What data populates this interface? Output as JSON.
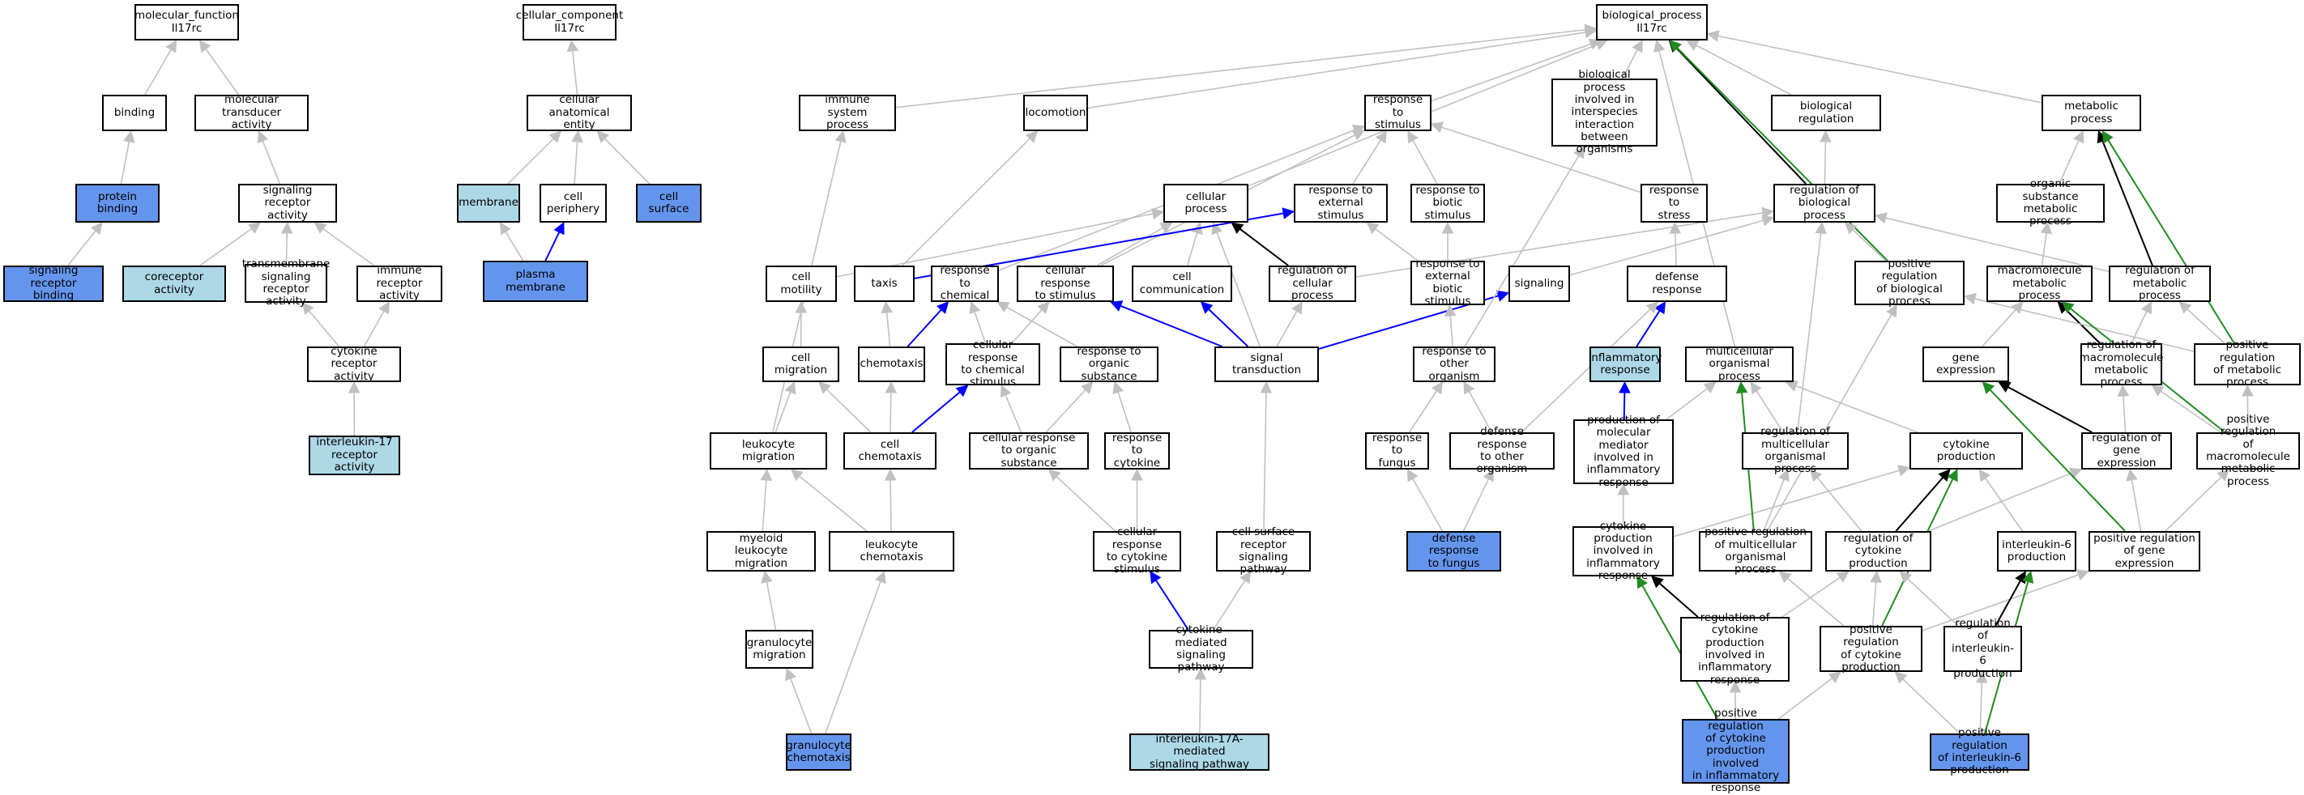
{
  "colors": {
    "white": "#ffffff",
    "light": "#add8e6",
    "dark": "#6495ed",
    "edge_gray": "#c0c0c0",
    "edge_black": "#000000",
    "edge_blue": "#0000ff",
    "edge_green": "#228b22"
  },
  "nodes": [
    {
      "id": "mf",
      "text": "molecular_function\nIl17rc",
      "fill": "white"
    },
    {
      "id": "binding",
      "text": "binding",
      "fill": "white"
    },
    {
      "id": "moltrans",
      "text": "molecular transducer\nactivity",
      "fill": "white"
    },
    {
      "id": "protbind",
      "text": "protein binding",
      "fill": "dark"
    },
    {
      "id": "sigrecact",
      "text": "signaling receptor\nactivity",
      "fill": "white"
    },
    {
      "id": "sigrecbind",
      "text": "signaling receptor\nbinding",
      "fill": "dark"
    },
    {
      "id": "corec",
      "text": "coreceptor activity",
      "fill": "light"
    },
    {
      "id": "tmsig",
      "text": "transmembrane\nsignaling receptor\nactivity",
      "fill": "white"
    },
    {
      "id": "immrec",
      "text": "immune receptor\nactivity",
      "fill": "white"
    },
    {
      "id": "cytrec",
      "text": "cytokine receptor\nactivity",
      "fill": "white"
    },
    {
      "id": "il17rec",
      "text": "interleukin-17\nreceptor activity",
      "fill": "light"
    },
    {
      "id": "cc",
      "text": "cellular_component\nIl17rc",
      "fill": "white"
    },
    {
      "id": "cae",
      "text": "cellular anatomical\nentity",
      "fill": "white"
    },
    {
      "id": "membrane",
      "text": "membrane",
      "fill": "light"
    },
    {
      "id": "cellper",
      "text": "cell periphery",
      "fill": "white"
    },
    {
      "id": "cellsurf",
      "text": "cell surface",
      "fill": "dark"
    },
    {
      "id": "plasmem",
      "text": "plasma membrane",
      "fill": "dark"
    },
    {
      "id": "bp",
      "text": "biological_process\nIl17rc",
      "fill": "white"
    },
    {
      "id": "immsys",
      "text": "immune system\nprocess",
      "fill": "white"
    },
    {
      "id": "locom",
      "text": "locomotion",
      "fill": "white"
    },
    {
      "id": "respstim",
      "text": "response to\nstimulus",
      "fill": "white"
    },
    {
      "id": "bpinter",
      "text": "biological process\ninvolved in\ninterspecies\ninteraction\nbetween organisms",
      "fill": "white"
    },
    {
      "id": "bioreg",
      "text": "biological regulation",
      "fill": "white"
    },
    {
      "id": "metab",
      "text": "metabolic process",
      "fill": "white"
    },
    {
      "id": "cellproc",
      "text": "cellular process",
      "fill": "white"
    },
    {
      "id": "respext",
      "text": "response to\nexternal stimulus",
      "fill": "white"
    },
    {
      "id": "respbiot",
      "text": "response to\nbiotic stimulus",
      "fill": "white"
    },
    {
      "id": "respstress",
      "text": "response to\nstress",
      "fill": "white"
    },
    {
      "id": "regbp",
      "text": "regulation of\nbiological process",
      "fill": "white"
    },
    {
      "id": "orgsub",
      "text": "organic substance\nmetabolic process",
      "fill": "white"
    },
    {
      "id": "cellmot",
      "text": "cell motility",
      "fill": "white"
    },
    {
      "id": "taxis",
      "text": "taxis",
      "fill": "white"
    },
    {
      "id": "respchem",
      "text": "response to\nchemical",
      "fill": "white"
    },
    {
      "id": "cellrespstim",
      "text": "cellular response\nto stimulus",
      "fill": "white"
    },
    {
      "id": "cellcomm",
      "text": "cell communication",
      "fill": "white"
    },
    {
      "id": "regcellproc",
      "text": "regulation of\ncellular process",
      "fill": "white"
    },
    {
      "id": "respextbiot",
      "text": "response to\nexternal biotic\nstimulus",
      "fill": "white"
    },
    {
      "id": "signaling",
      "text": "signaling",
      "fill": "white"
    },
    {
      "id": "defresp",
      "text": "defense response",
      "fill": "white"
    },
    {
      "id": "posregbp",
      "text": "positive regulation\nof biological\nprocess",
      "fill": "white"
    },
    {
      "id": "macromet",
      "text": "macromolecule\nmetabolic process",
      "fill": "white"
    },
    {
      "id": "regmet",
      "text": "regulation of\nmetabolic process",
      "fill": "white"
    },
    {
      "id": "cellmig",
      "text": "cell migration",
      "fill": "white"
    },
    {
      "id": "chemotaxis",
      "text": "chemotaxis",
      "fill": "white"
    },
    {
      "id": "cellrespchem",
      "text": "cellular response\nto chemical\nstimulus",
      "fill": "white"
    },
    {
      "id": "resporg",
      "text": "response to\norganic substance",
      "fill": "white"
    },
    {
      "id": "sigtrans",
      "text": "signal transduction",
      "fill": "white"
    },
    {
      "id": "respother",
      "text": "response to\nother organism",
      "fill": "white"
    },
    {
      "id": "inflam",
      "text": "inflammatory\nresponse",
      "fill": "light"
    },
    {
      "id": "multorg",
      "text": "multicellular\norganismal process",
      "fill": "white"
    },
    {
      "id": "geneexp",
      "text": "gene expression",
      "fill": "white"
    },
    {
      "id": "regmacro",
      "text": "regulation of\nmacromolecule\nmetabolic process",
      "fill": "white"
    },
    {
      "id": "posregmet",
      "text": "positive regulation\nof metabolic\nprocess",
      "fill": "white"
    },
    {
      "id": "leukmig",
      "text": "leukocyte migration",
      "fill": "white"
    },
    {
      "id": "cellchemo",
      "text": "cell chemotaxis",
      "fill": "white"
    },
    {
      "id": "cellresporg",
      "text": "cellular response\nto organic substance",
      "fill": "white"
    },
    {
      "id": "respcyt",
      "text": "response to\ncytokine",
      "fill": "white"
    },
    {
      "id": "respfungus",
      "text": "response to\nfungus",
      "fill": "white"
    },
    {
      "id": "defother",
      "text": "defense response\nto other organism",
      "fill": "white"
    },
    {
      "id": "prodmed",
      "text": "production of\nmolecular mediator\ninvolved in\ninflammatory\nresponse",
      "fill": "white"
    },
    {
      "id": "regmultorg",
      "text": "regulation of\nmulticellular\norganismal process",
      "fill": "white"
    },
    {
      "id": "cytprod",
      "text": "cytokine production",
      "fill": "white"
    },
    {
      "id": "reggeneexp",
      "text": "regulation of\ngene expression",
      "fill": "white"
    },
    {
      "id": "posregmacro",
      "text": "positive regulation\nof macromolecule\nmetabolic process",
      "fill": "white"
    },
    {
      "id": "myeloid",
      "text": "myeloid leukocyte\nmigration",
      "fill": "white"
    },
    {
      "id": "leukchemo",
      "text": "leukocyte chemotaxis",
      "fill": "white"
    },
    {
      "id": "cellrespcyt",
      "text": "cellular response\nto cytokine\nstimulus",
      "fill": "white"
    },
    {
      "id": "cellsurfrec",
      "text": "cell surface\nreceptor signaling\npathway",
      "fill": "white"
    },
    {
      "id": "deffungus",
      "text": "defense response\nto fungus",
      "fill": "dark"
    },
    {
      "id": "cytprodinfl",
      "text": "cytokine production\ninvolved in\ninflammatory\nresponse",
      "fill": "white"
    },
    {
      "id": "posregmultorg",
      "text": "positive regulation\nof multicellular\norganismal process",
      "fill": "white"
    },
    {
      "id": "regcytprod",
      "text": "regulation of\ncytokine production",
      "fill": "white"
    },
    {
      "id": "il6prod",
      "text": "interleukin-6\nproduction",
      "fill": "white"
    },
    {
      "id": "posreggeneexp",
      "text": "positive regulation\nof gene expression",
      "fill": "white"
    },
    {
      "id": "granmig",
      "text": "granulocyte\nmigration",
      "fill": "white"
    },
    {
      "id": "cytsig",
      "text": "cytokine-mediated\nsignaling pathway",
      "fill": "white"
    },
    {
      "id": "regcytinfl",
      "text": "regulation of\ncytokine production\ninvolved in\ninflammatory\nresponse",
      "fill": "white"
    },
    {
      "id": "posregcytprod",
      "text": "positive regulation\nof cytokine\nproduction",
      "fill": "white"
    },
    {
      "id": "regil6",
      "text": "regulation of\ninterleukin-6\nproduction",
      "fill": "white"
    },
    {
      "id": "granchemo",
      "text": "granulocyte\nchemotaxis",
      "fill": "dark"
    },
    {
      "id": "il17a",
      "text": "interleukin-17A-mediated\nsignaling pathway",
      "fill": "light"
    },
    {
      "id": "posregcytinfl",
      "text": "positive regulation\nof cytokine\nproduction involved\nin inflammatory\nresponse",
      "fill": "dark"
    },
    {
      "id": "posregil6",
      "text": "positive regulation\nof interleukin-6\nproduction",
      "fill": "dark"
    }
  ],
  "edges": [
    [
      "binding",
      "mf",
      "gray"
    ],
    [
      "moltrans",
      "mf",
      "gray"
    ],
    [
      "protbind",
      "binding",
      "gray"
    ],
    [
      "sigrecact",
      "moltrans",
      "gray"
    ],
    [
      "sigrecbind",
      "protbind",
      "gray"
    ],
    [
      "corec",
      "sigrecact",
      "gray"
    ],
    [
      "tmsig",
      "sigrecact",
      "gray"
    ],
    [
      "immrec",
      "sigrecact",
      "gray"
    ],
    [
      "cytrec",
      "tmsig",
      "gray"
    ],
    [
      "cytrec",
      "immrec",
      "gray"
    ],
    [
      "il17rec",
      "cytrec",
      "gray"
    ],
    [
      "cae",
      "cc",
      "gray"
    ],
    [
      "membrane",
      "cae",
      "gray"
    ],
    [
      "cellper",
      "cae",
      "gray"
    ],
    [
      "cellsurf",
      "cae",
      "gray"
    ],
    [
      "plasmem",
      "membrane",
      "gray"
    ],
    [
      "plasmem",
      "cellper",
      "blue"
    ],
    [
      "immsys",
      "bp",
      "gray"
    ],
    [
      "locom",
      "bp",
      "gray"
    ],
    [
      "respstim",
      "bp",
      "gray"
    ],
    [
      "bpinter",
      "bp",
      "gray"
    ],
    [
      "bioreg",
      "bp",
      "gray"
    ],
    [
      "metab",
      "bp",
      "gray"
    ],
    [
      "cellproc",
      "bp",
      "gray"
    ],
    [
      "multorg",
      "bp",
      "gray"
    ],
    [
      "regbp",
      "bp",
      "black"
    ],
    [
      "posregbp",
      "bp",
      "green"
    ],
    [
      "respext",
      "respstim",
      "gray"
    ],
    [
      "respbiot",
      "respstim",
      "gray"
    ],
    [
      "respstress",
      "respstim",
      "gray"
    ],
    [
      "respchem",
      "respstim",
      "gray"
    ],
    [
      "cellrespstim",
      "respstim",
      "gray"
    ],
    [
      "regbp",
      "bioreg",
      "gray"
    ],
    [
      "orgsub",
      "metab",
      "gray"
    ],
    [
      "regmet",
      "metab",
      "black"
    ],
    [
      "posregmet",
      "metab",
      "green"
    ],
    [
      "macromet",
      "orgsub",
      "gray"
    ],
    [
      "cellmot",
      "cellproc",
      "gray"
    ],
    [
      "cellrespstim",
      "cellproc",
      "gray"
    ],
    [
      "cellcomm",
      "cellproc",
      "gray"
    ],
    [
      "regcellproc",
      "cellproc",
      "black"
    ],
    [
      "sigtrans",
      "cellproc",
      "gray"
    ],
    [
      "taxis",
      "locom",
      "gray"
    ],
    [
      "taxis",
      "respext",
      "blue"
    ],
    [
      "respextbiot",
      "respext",
      "gray"
    ],
    [
      "respextbiot",
      "respbiot",
      "gray"
    ],
    [
      "defresp",
      "respstress",
      "gray"
    ],
    [
      "signaling",
      "regbp",
      "gray"
    ],
    [
      "regcellproc",
      "regbp",
      "gray"
    ],
    [
      "posregbp",
      "regbp",
      "gray"
    ],
    [
      "regmet",
      "regbp",
      "gray"
    ],
    [
      "regmultorg",
      "regbp",
      "gray"
    ],
    [
      "cellmig",
      "cellmot",
      "gray"
    ],
    [
      "chemotaxis",
      "taxis",
      "gray"
    ],
    [
      "chemotaxis",
      "respchem",
      "blue"
    ],
    [
      "cellrespchem",
      "respchem",
      "gray"
    ],
    [
      "cellrespchem",
      "cellrespstim",
      "gray"
    ],
    [
      "resporg",
      "respchem",
      "gray"
    ],
    [
      "sigtrans",
      "cellrespstim",
      "blue"
    ],
    [
      "sigtrans",
      "cellcomm",
      "blue"
    ],
    [
      "sigtrans",
      "signaling",
      "blue"
    ],
    [
      "sigtrans",
      "regcellproc",
      "gray"
    ],
    [
      "respother",
      "respextbiot",
      "gray"
    ],
    [
      "respother",
      "bpinter",
      "gray"
    ],
    [
      "inflam",
      "defresp",
      "blue"
    ],
    [
      "defother",
      "defresp",
      "gray"
    ],
    [
      "geneexp",
      "macromet",
      "gray"
    ],
    [
      "regmacro",
      "macromet",
      "black"
    ],
    [
      "regmacro",
      "regmet",
      "gray"
    ],
    [
      "posregmet",
      "regmet",
      "gray"
    ],
    [
      "posregmet",
      "posregbp",
      "gray"
    ],
    [
      "posregmacro",
      "regmacro",
      "gray"
    ],
    [
      "posregmacro",
      "posregmet",
      "gray"
    ],
    [
      "posregmacro",
      "macromet",
      "green"
    ],
    [
      "leukmig",
      "cellmig",
      "gray"
    ],
    [
      "leukmig",
      "immsys",
      "gray"
    ],
    [
      "cellchemo",
      "cellmig",
      "gray"
    ],
    [
      "cellchemo",
      "chemotaxis",
      "gray"
    ],
    [
      "cellchemo",
      "cellrespchem",
      "blue"
    ],
    [
      "cellresporg",
      "cellrespchem",
      "gray"
    ],
    [
      "cellresporg",
      "resporg",
      "gray"
    ],
    [
      "respcyt",
      "resporg",
      "gray"
    ],
    [
      "respfungus",
      "respother",
      "gray"
    ],
    [
      "defother",
      "respother",
      "gray"
    ],
    [
      "prodmed",
      "inflam",
      "blue"
    ],
    [
      "prodmed",
      "multorg",
      "gray"
    ],
    [
      "regmultorg",
      "multorg",
      "gray"
    ],
    [
      "cytprod",
      "multorg",
      "gray"
    ],
    [
      "reggeneexp",
      "geneexp",
      "black"
    ],
    [
      "reggeneexp",
      "regmacro",
      "gray"
    ],
    [
      "myeloid",
      "leukmig",
      "gray"
    ],
    [
      "leukchemo",
      "leukmig",
      "gray"
    ],
    [
      "leukchemo",
      "cellchemo",
      "gray"
    ],
    [
      "cellrespcyt",
      "cellresporg",
      "gray"
    ],
    [
      "cellrespcyt",
      "respcyt",
      "gray"
    ],
    [
      "cellsurfrec",
      "sigtrans",
      "gray"
    ],
    [
      "deffungus",
      "respfungus",
      "gray"
    ],
    [
      "deffungus",
      "defother",
      "gray"
    ],
    [
      "cytprodinfl",
      "prodmed",
      "gray"
    ],
    [
      "cytprodinfl",
      "cytprod",
      "gray"
    ],
    [
      "posregmultorg",
      "regmultorg",
      "gray"
    ],
    [
      "posregmultorg",
      "multorg",
      "green"
    ],
    [
      "posregmultorg",
      "posregbp",
      "gray"
    ],
    [
      "regcytprod",
      "cytprod",
      "black"
    ],
    [
      "regcytprod",
      "regmultorg",
      "gray"
    ],
    [
      "regcytprod",
      "reggeneexp",
      "gray"
    ],
    [
      "il6prod",
      "cytprod",
      "gray"
    ],
    [
      "posreggeneexp",
      "reggeneexp",
      "gray"
    ],
    [
      "posreggeneexp",
      "geneexp",
      "green"
    ],
    [
      "posreggeneexp",
      "posregmacro",
      "gray"
    ],
    [
      "granmig",
      "myeloid",
      "gray"
    ],
    [
      "cytsig",
      "cellrespcyt",
      "blue"
    ],
    [
      "cytsig",
      "cellsurfrec",
      "gray"
    ],
    [
      "regcytinfl",
      "cytprodinfl",
      "black"
    ],
    [
      "regcytinfl",
      "regcytprod",
      "gray"
    ],
    [
      "posregcytprod",
      "regcytprod",
      "gray"
    ],
    [
      "posregcytprod",
      "cytprod",
      "green"
    ],
    [
      "posregcytprod",
      "posregmultorg",
      "gray"
    ],
    [
      "posregcytprod",
      "posreggeneexp",
      "gray"
    ],
    [
      "regil6",
      "il6prod",
      "black"
    ],
    [
      "regil6",
      "regcytprod",
      "gray"
    ],
    [
      "granchemo",
      "granmig",
      "gray"
    ],
    [
      "granchemo",
      "leukchemo",
      "gray"
    ],
    [
      "il17a",
      "cytsig",
      "gray"
    ],
    [
      "posregcytinfl",
      "cytprodinfl",
      "green"
    ],
    [
      "posregcytinfl",
      "regcytinfl",
      "gray"
    ],
    [
      "posregcytinfl",
      "posregcytprod",
      "gray"
    ],
    [
      "posregil6",
      "il6prod",
      "green"
    ],
    [
      "posregil6",
      "regil6",
      "gray"
    ],
    [
      "posregil6",
      "posregcytprod",
      "gray"
    ]
  ]
}
